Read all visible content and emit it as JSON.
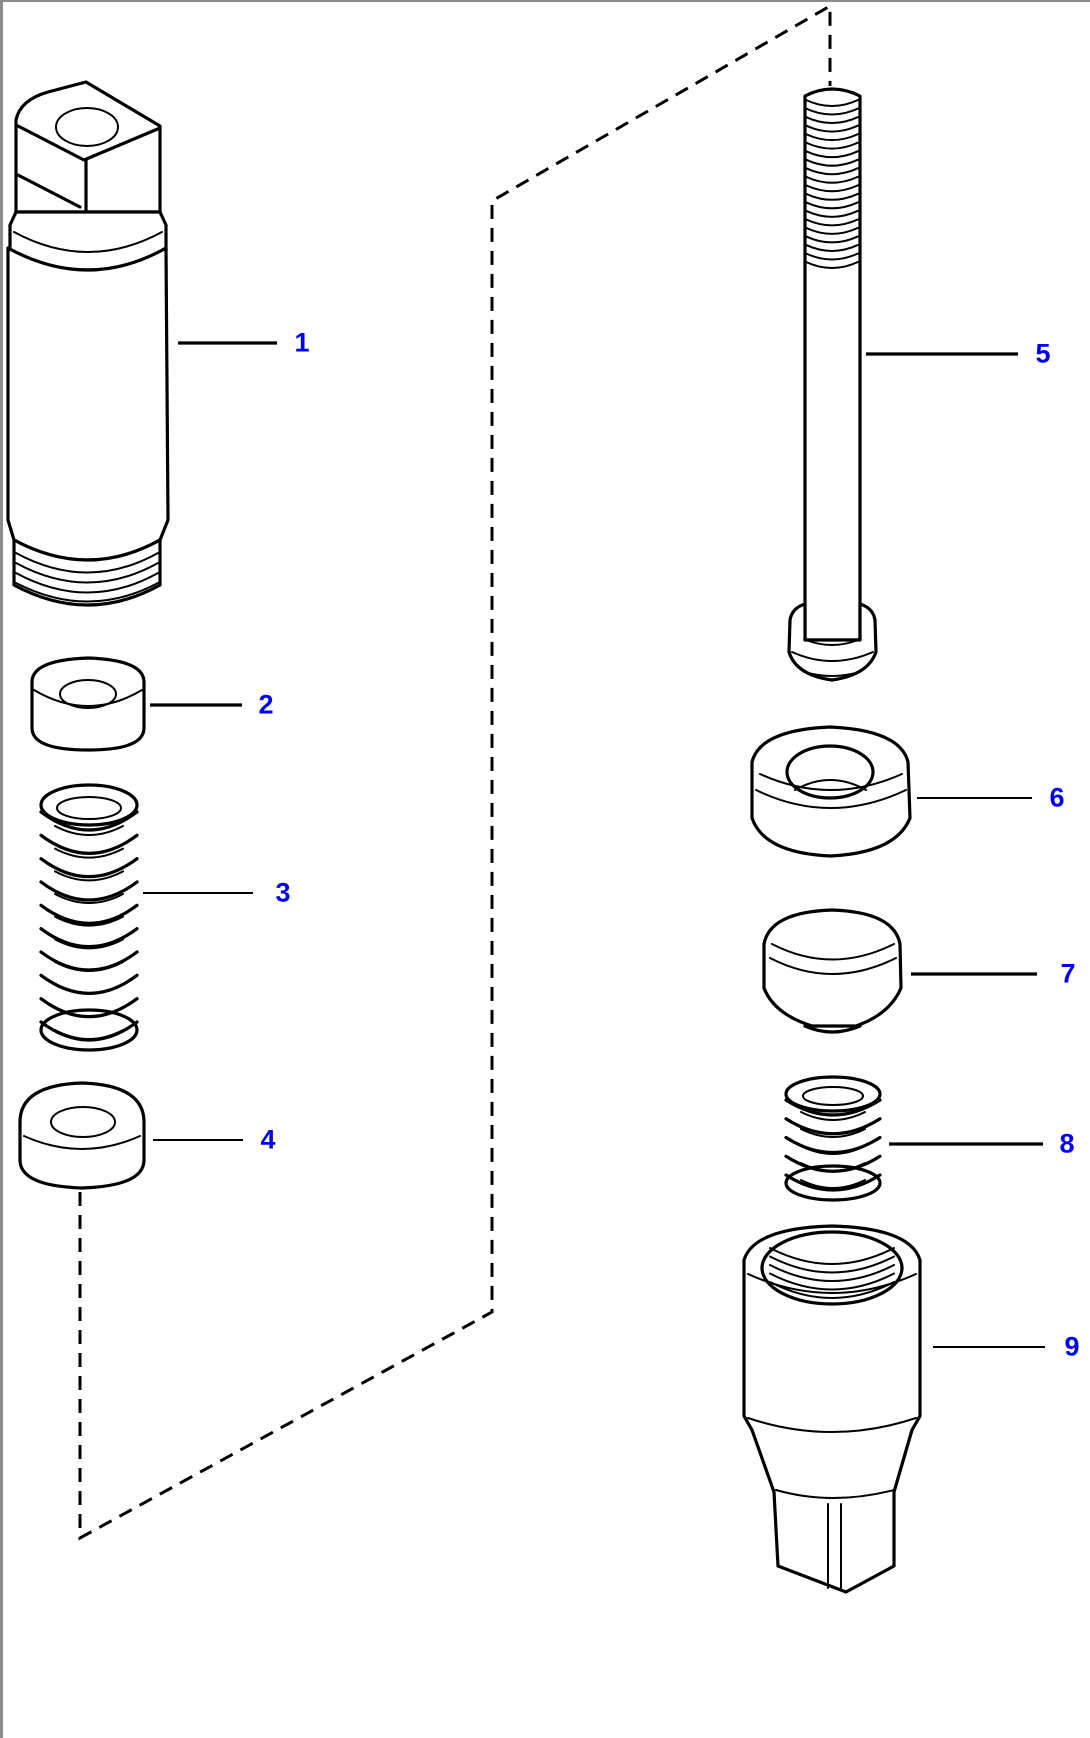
{
  "diagram": {
    "title": "Exploded parts view",
    "label_color": "#0000EE",
    "line_color": "#000000",
    "background": "#FFFFFF",
    "parts": [
      {
        "callout": "1",
        "description": "Valve body (threaded cylinder with slotted head)"
      },
      {
        "callout": "2",
        "description": "Washer"
      },
      {
        "callout": "3",
        "description": "Coil spring (long)"
      },
      {
        "callout": "4",
        "description": "Washer"
      },
      {
        "callout": "5",
        "description": "Threaded rod / bolt"
      },
      {
        "callout": "6",
        "description": "Ring / collar"
      },
      {
        "callout": "7",
        "description": "Cap / piston"
      },
      {
        "callout": "8",
        "description": "Coil spring (short)"
      },
      {
        "callout": "9",
        "description": "Threaded sleeve fitting"
      }
    ]
  }
}
